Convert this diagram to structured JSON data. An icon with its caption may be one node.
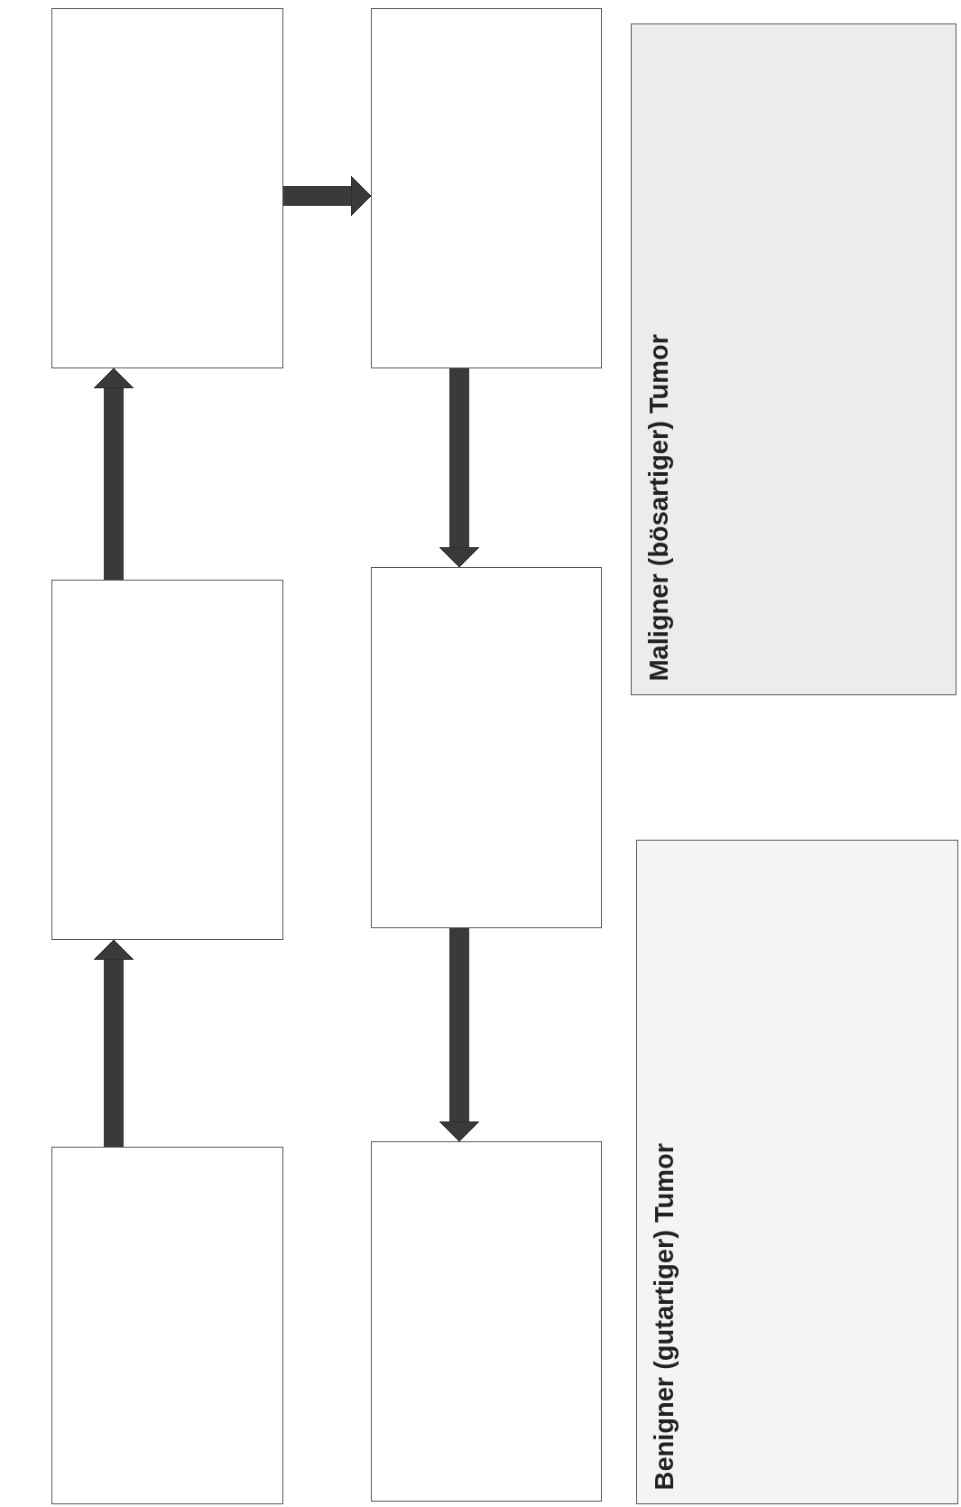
{
  "diagram": {
    "nodes": [
      {
        "text": [],
        "shape": "box"
      },
      {
        "text": [],
        "shape": "box"
      },
      {
        "text": [],
        "shape": "box"
      },
      {
        "text": [],
        "shape": "box"
      },
      {
        "text": [],
        "shape": "box"
      },
      {
        "text": [],
        "shape": "box"
      },
      {
        "text": [
          "Maligner (bösartiger) Tumor"
        ]
      },
      {
        "text": [
          "Benigner (gutartiger) Tumor"
        ]
      }
    ],
    "edges": [
      {
        "from": 0,
        "to": 1,
        "arrow": "to"
      },
      {
        "from": 1,
        "to": 2,
        "arrow": "to"
      },
      {
        "from": 2,
        "to": 3,
        "arrow": "to"
      },
      {
        "from": 3,
        "to": 4,
        "arrow": "to"
      },
      {
        "from": 4,
        "to": 5,
        "arrow": "to"
      }
    ]
  }
}
